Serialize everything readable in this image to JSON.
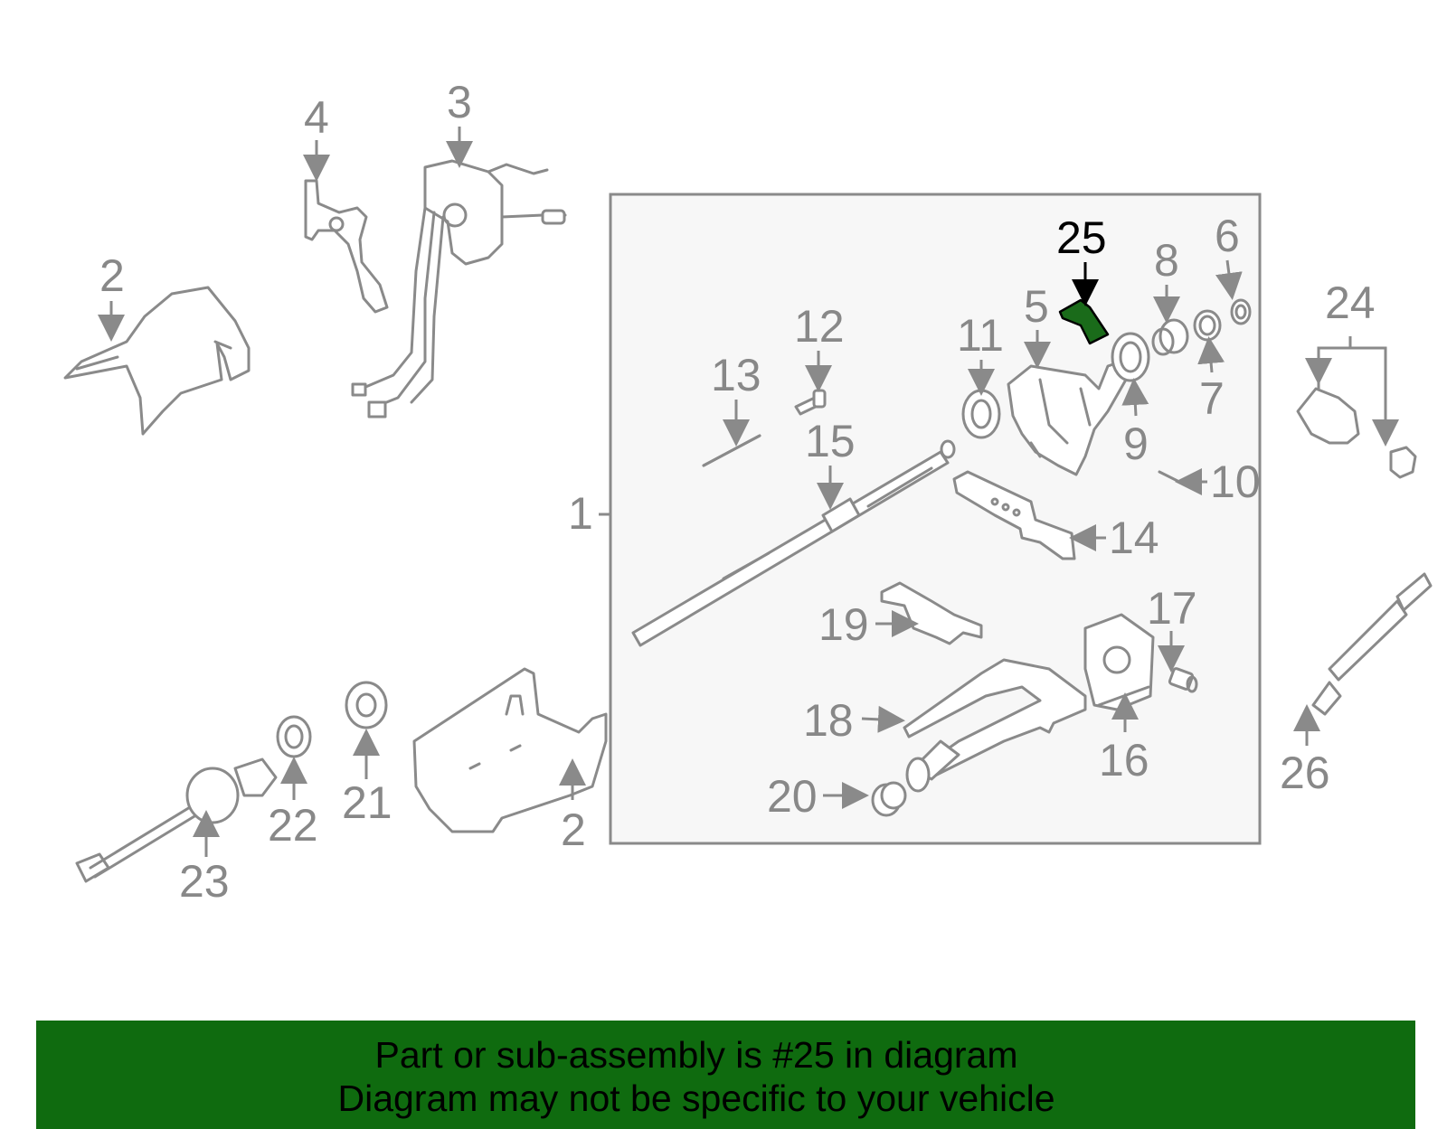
{
  "colors": {
    "highlight": "#1a6b1a",
    "banner_bg": "#0f6b0f",
    "label_gray": "#888888",
    "line_gray": "#8a8a8a",
    "frame_bg": "#f7f7f7"
  },
  "highlighted_part": "25",
  "callouts": {
    "c1": "1",
    "c2a": "2",
    "c2b": "2",
    "c3": "3",
    "c4": "4",
    "c5": "5",
    "c6": "6",
    "c7": "7",
    "c8": "8",
    "c9": "9",
    "c10": "10",
    "c11": "11",
    "c12": "12",
    "c13": "13",
    "c14": "14",
    "c15": "15",
    "c16": "16",
    "c17": "17",
    "c18": "18",
    "c19": "19",
    "c20": "20",
    "c21": "21",
    "c22": "22",
    "c23": "23",
    "c24": "24",
    "c25": "25",
    "c26": "26"
  },
  "banner": {
    "line1": "Part or sub-assembly is #25 in diagram",
    "line2": "Diagram may not be specific to your vehicle"
  }
}
